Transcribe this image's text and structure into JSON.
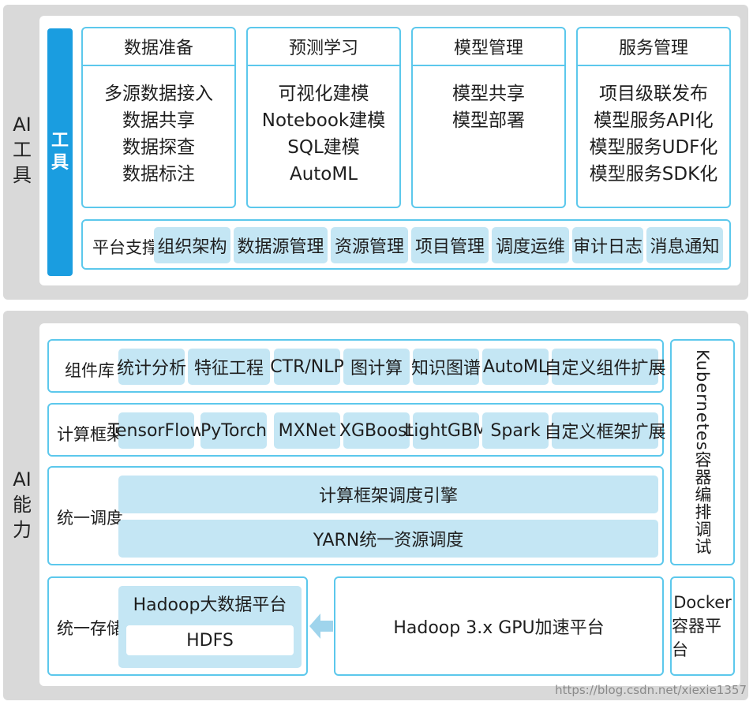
{
  "ai_tools": {
    "side_label": [
      "AI",
      "工",
      "具"
    ],
    "tool_tag": [
      "工",
      "具"
    ],
    "modules": [
      {
        "title": "数据准备",
        "items": [
          "多源数据接入",
          "数据共享",
          "数据探查",
          "数据标注"
        ]
      },
      {
        "title": "预测学习",
        "items": [
          "可视化建模",
          "Notebook建模",
          "SQL建模",
          "AutoML"
        ]
      },
      {
        "title": "模型管理",
        "items": [
          "模型共享",
          "模型部署"
        ]
      },
      {
        "title": "服务管理",
        "items": [
          "项目级联发布",
          "模型服务API化",
          "模型服务UDF化",
          "模型服务SDK化"
        ]
      }
    ],
    "platform_support": {
      "label": "平台支撑",
      "items": [
        "组织架构",
        "数据源管理",
        "资源管理",
        "项目管理",
        "调度运维",
        "审计日志",
        "消息通知"
      ]
    }
  },
  "ai_capability": {
    "side_label": [
      "AI",
      "能",
      "力"
    ],
    "component_lib": {
      "label": "组件库",
      "items": [
        "统计分析",
        "特征工程",
        "CTR/NLP",
        "图计算",
        "知识图谱",
        "AutoML",
        "自定义组件扩展"
      ]
    },
    "compute_framework": {
      "label": "计算框架",
      "items": [
        "TensorFlow",
        "PyTorch",
        "MXNet",
        "XGBoost",
        "LightGBM",
        "Spark",
        "自定义框架扩展"
      ]
    },
    "unified_scheduling": {
      "label": "统一调度",
      "bars": [
        "计算框架调度引擎",
        "YARN统一资源调度"
      ]
    },
    "unified_storage": {
      "label": "统一存储",
      "hadoop_platform": "Hadoop大数据平台",
      "hdfs": "HDFS",
      "gpu_platform": "Hadoop 3.x GPU加速平台"
    },
    "kubernetes": "Kubernetes容器编排调试",
    "docker": [
      "Docker",
      "容器平台"
    ]
  },
  "watermark": "https://blog.csdn.net/xiexie1357"
}
